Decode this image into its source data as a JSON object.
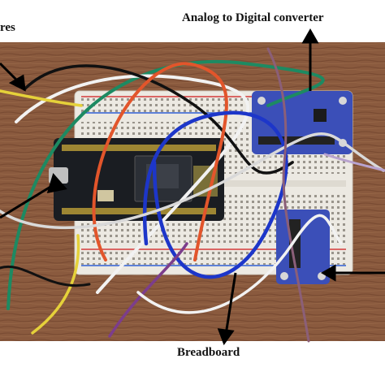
{
  "labels": {
    "adc": "Analog to Digital converter",
    "wires": "res",
    "breadboard": "Breadboard"
  },
  "colors": {
    "desk": "#8a5a3e",
    "breadboard": "#ece9e2",
    "board": "#1a1d22",
    "adc_module": "#3b4fb8",
    "wire_white": "#f2f2f2",
    "wire_orange": "#e2552b",
    "wire_blue": "#1d36c9",
    "wire_green": "#1d8a62",
    "wire_yellow": "#e5d13a",
    "wire_purple": "#7c3d8c",
    "wire_black": "#111111"
  }
}
